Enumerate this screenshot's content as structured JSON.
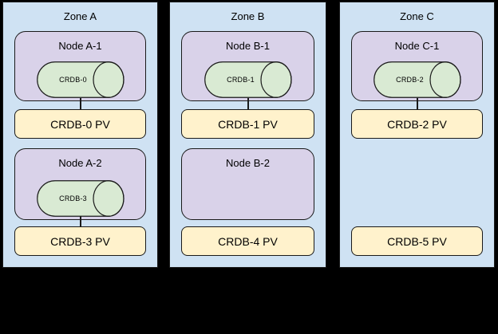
{
  "diagram": {
    "background_color": "#000000",
    "colors": {
      "zone_fill": "#cfe2f3",
      "node_fill": "#d9d2e9",
      "cylinder_fill": "#d9ead3",
      "pv_fill": "#fff2cc",
      "border": "#1a1a1a"
    },
    "zones": [
      {
        "label": "Zone A",
        "groups": [
          {
            "node": "Node A-1",
            "cylinder": "CRDB-0",
            "pv": "CRDB-0 PV",
            "connected": true
          },
          {
            "node": "Node A-2",
            "cylinder": "CRDB-3",
            "pv": "CRDB-3 PV",
            "connected": true
          }
        ]
      },
      {
        "label": "Zone B",
        "groups": [
          {
            "node": "Node B-1",
            "cylinder": "CRDB-1",
            "pv": "CRDB-1 PV",
            "connected": true
          },
          {
            "node": "Node B-2",
            "cylinder": null,
            "pv": "CRDB-4 PV",
            "connected": false
          }
        ]
      },
      {
        "label": "Zone C",
        "groups": [
          {
            "node": "Node C-1",
            "cylinder": "CRDB-2",
            "pv": "CRDB-2 PV",
            "connected": true
          },
          {
            "node": null,
            "cylinder": null,
            "pv": "CRDB-5 PV",
            "connected": false
          }
        ]
      }
    ]
  }
}
